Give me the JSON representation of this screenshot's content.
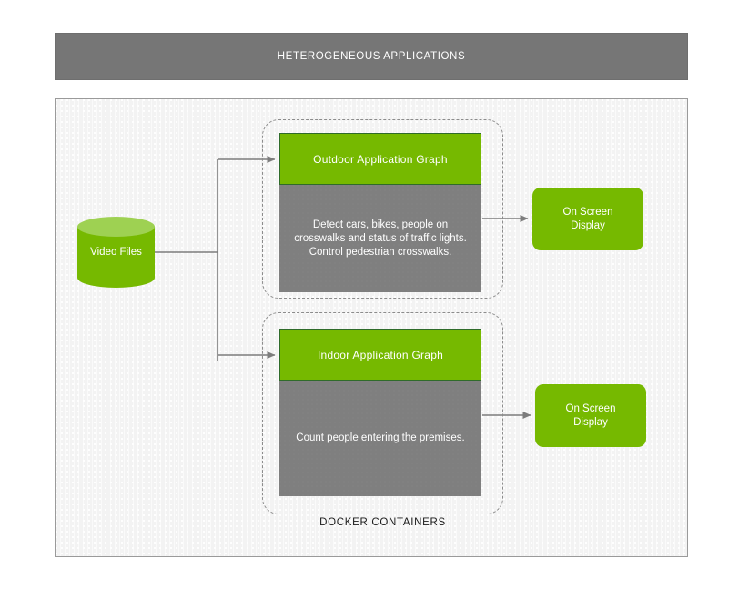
{
  "header": {
    "title": "HETEROGENEOUS APPLICATIONS"
  },
  "source": {
    "label": "Video Files"
  },
  "docker": {
    "caption": "DOCKER CONTAINERS"
  },
  "pipelines": [
    {
      "id": "outdoor",
      "head_label": "Outdoor Application Graph",
      "body_text": "Detect cars, bikes, people on\ncrosswalks and status of traffic lights.\nControl pedestrian crosswalks.",
      "output_label": "On Screen\nDisplay"
    },
    {
      "id": "indoor",
      "head_label": "Indoor Application Graph",
      "body_text": "Count people entering the premises.",
      "output_label": "On Screen\nDisplay"
    }
  ],
  "colors": {
    "green": "#76b900",
    "green_light": "#9ed152",
    "green_border": "#2f6b2a",
    "gray_body": "#7f7f7f",
    "header_gray": "#767676",
    "panel_bg": "#f3f3f3",
    "connector": "#7d7d7d",
    "dashed_border": "#8c8c8c"
  }
}
